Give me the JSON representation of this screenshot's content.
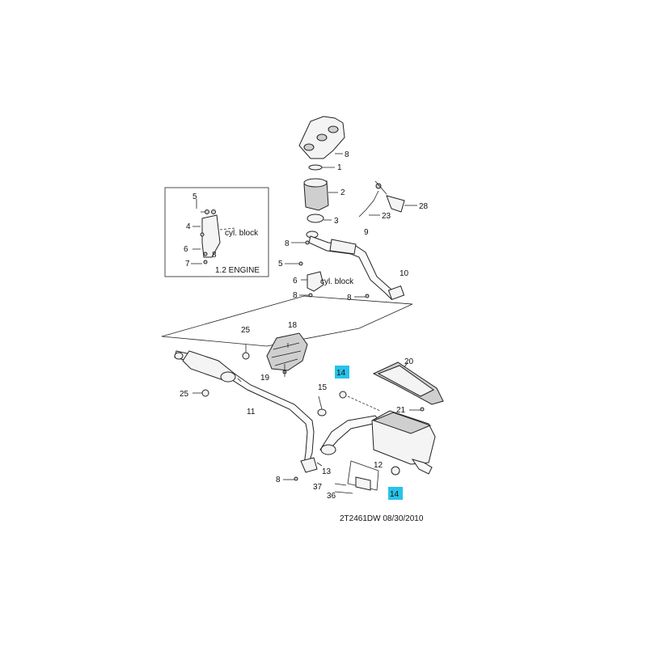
{
  "callouts": {
    "p1": "1",
    "p2": "2",
    "p3": "3",
    "p5": "5",
    "p6": "6",
    "p8a": "8",
    "p8b": "8",
    "p8c": "8",
    "p8d": "8",
    "p9": "9",
    "p10": "10",
    "p11": "11",
    "p12": "12",
    "p13": "13",
    "p14a": "14",
    "p14b": "14",
    "p15": "15",
    "p18": "18",
    "p19": "19",
    "p20": "20",
    "p21": "21",
    "p23": "23",
    "p25a": "25",
    "p25b": "25",
    "p28": "28",
    "p36": "36",
    "p37": "37",
    "p8e": "8"
  },
  "inset": {
    "n5": "5",
    "n4": "4",
    "n6": "6",
    "n7": "7",
    "n8": "8",
    "cyl_block": "cyl. block",
    "engine": "1.2 ENGINE"
  },
  "cyl_block_main": "cyl. block",
  "drawing_code": "2T2461DW  08/30/2010",
  "colors": {
    "highlight": "#27c3e8",
    "line": "#222222"
  }
}
